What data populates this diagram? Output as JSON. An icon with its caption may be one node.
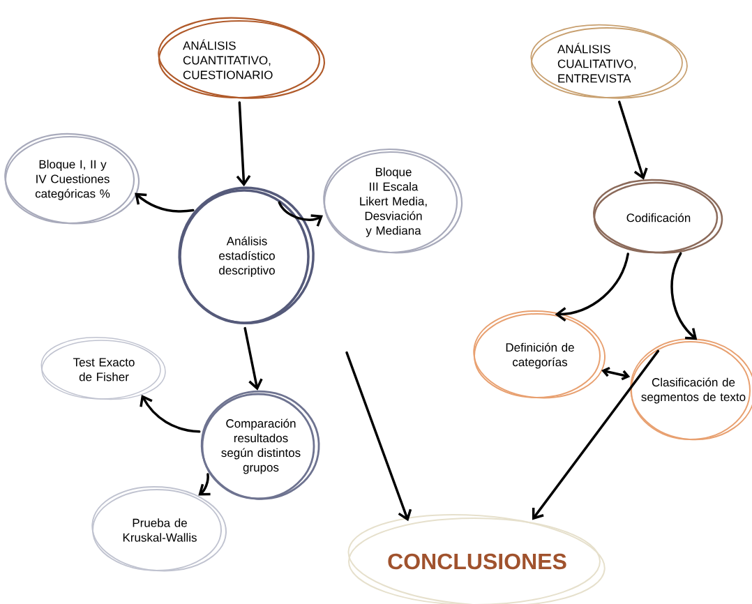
{
  "diagram": {
    "nodes": [
      {
        "text": [
          "ANÁLISIS CUANTITATIVO, CUESTIONARIO"
        ]
      },
      {
        "text": [
          "Bloque I, II y IV Cuestiones categóricas %"
        ]
      },
      {
        "text": [
          "Análisis estadístico descriptivo"
        ]
      },
      {
        "text": [
          "Bloque III Escala Likert Media, Desviación y Mediana"
        ]
      },
      {
        "text": [
          "Test Exacto de Fisher"
        ]
      },
      {
        "text": [
          "Comparación resultados según distintos grupos"
        ]
      },
      {
        "text": [
          "Prueba de Kruskal-Wallis"
        ]
      },
      {
        "text": [
          "ANÁLISIS CUALITATIVO, ENTREVISTA"
        ]
      },
      {
        "text": [
          "Codificación"
        ]
      },
      {
        "text": [
          "Definición de categorías"
        ]
      },
      {
        "text": [
          "Clasificación de segmentos de texto"
        ]
      },
      {
        "text": [
          "CONCLUSIONES"
        ]
      }
    ],
    "edges": [
      {
        "from": 0,
        "to": 2,
        "arrow": "to"
      },
      {
        "from": 2,
        "to": 1,
        "arrow": "to"
      },
      {
        "from": 2,
        "to": 3,
        "arrow": "to"
      },
      {
        "from": 2,
        "to": 5,
        "arrow": "to"
      },
      {
        "from": 5,
        "to": 4,
        "arrow": "to"
      },
      {
        "from": 5,
        "to": 6,
        "arrow": "to"
      },
      {
        "from": null,
        "to": 11,
        "arrow": "to"
      },
      {
        "from": 7,
        "to": 8,
        "arrow": "to"
      },
      {
        "from": 8,
        "to": 9,
        "arrow": "to"
      },
      {
        "from": 8,
        "to": 10,
        "arrow": "to"
      },
      {
        "from": 9,
        "to": 10,
        "arrow": "both"
      },
      {
        "from": 10,
        "to": 11,
        "arrow": "to"
      }
    ]
  }
}
